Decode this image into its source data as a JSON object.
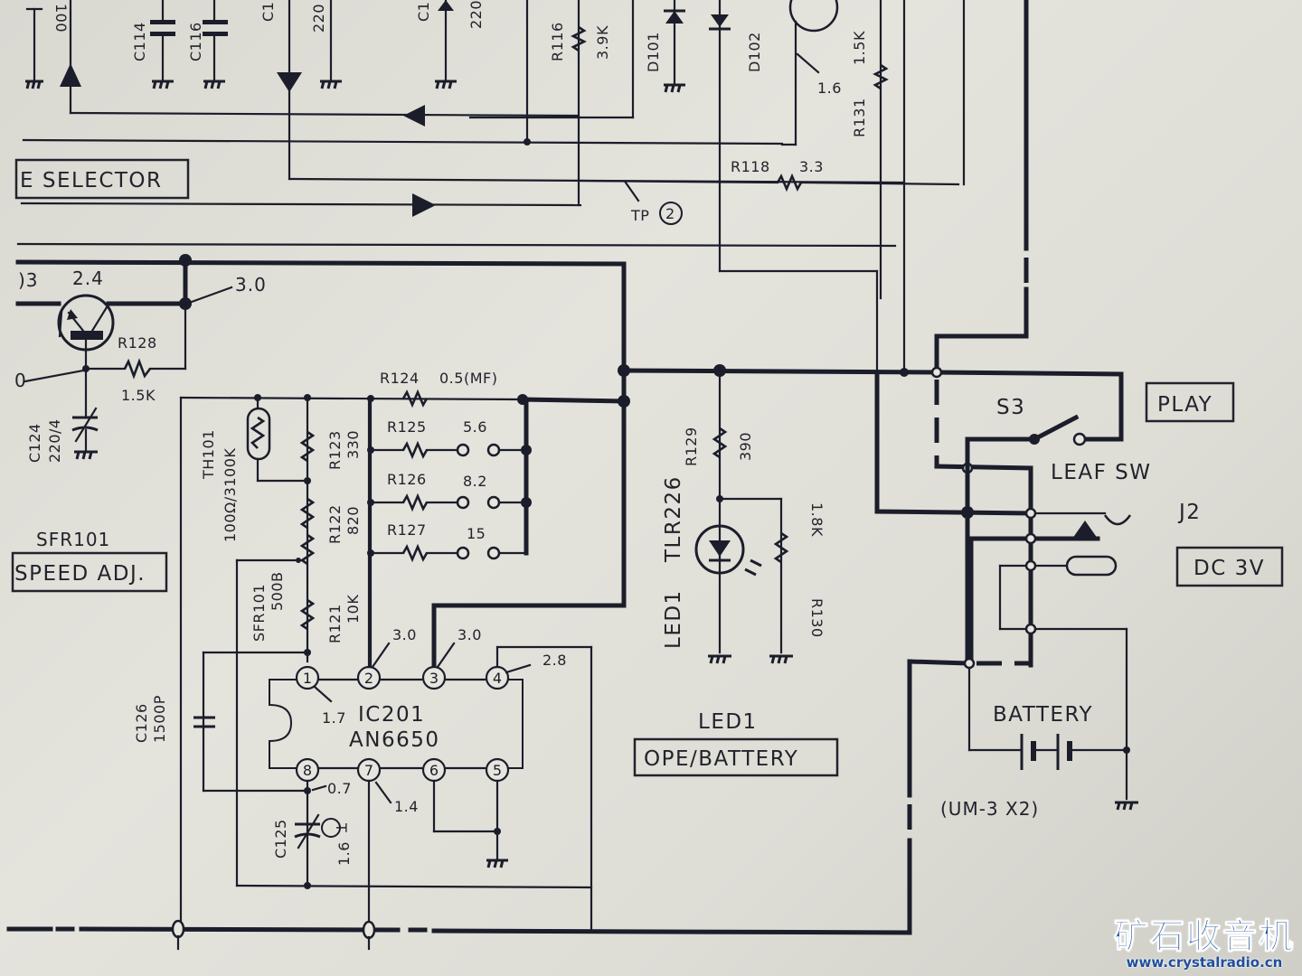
{
  "diagram": {
    "type": "circuit-schematic",
    "section_labels": {
      "mode_selector": "E SELECTOR",
      "play": "PLAY",
      "dc_input": "DC 3V",
      "speed_adj_ref": "SFR101",
      "speed_adj": "SPEED ADJ.",
      "led_caption": "LED1",
      "led_box": "OPE/BATTERY",
      "leaf_switch": "LEAF SW",
      "battery": "BATTERY",
      "battery_spec": "(UM-3 X2)"
    },
    "components": {
      "c114": "C114",
      "c116": "C116",
      "c1a": "C1",
      "c1a_value": "220",
      "c1b": "C1",
      "c1b_value": "220",
      "top_left_value": "100",
      "r116": "R116",
      "r116_value": "3.9K",
      "d101": "D101",
      "d102": "D102",
      "r131": "R131",
      "r131_value": "1.5K",
      "r118": "R118",
      "r118_value": "3.3",
      "tp_label": "TP",
      "tp_number": "2",
      "q_partial": ")3",
      "r128": "R128",
      "r128_value": "1.5K",
      "c124": "C124",
      "c124_value": "220/4",
      "th101": "TH101",
      "th101_value": "100Ω/3100K",
      "r123": "R123",
      "r123_value": "330",
      "r122": "R122",
      "r122_value": "820",
      "r121": "R121",
      "r121_value": "10K",
      "sfr101": "SFR101",
      "sfr101_value": "500B",
      "r124": "R124",
      "r124_value": "0.5(MF)",
      "r125": "R125",
      "r125_value": "5.6",
      "r126": "R126",
      "r126_value": "8.2",
      "r127": "R127",
      "r127_value": "15",
      "c126": "C126",
      "c126_value": "1500P",
      "c125": "C125",
      "c125_mark": "T",
      "ic_ref": "IC201",
      "ic_part": "AN6650",
      "r129": "R129",
      "r129_value": "390",
      "r130": "R130",
      "r130_value": "1.8K",
      "led1": "LED1",
      "led1_part": "TLR226",
      "s3": "S3",
      "j2": "J2"
    },
    "ic_pins": [
      "1",
      "2",
      "3",
      "4",
      "5",
      "6",
      "7",
      "8"
    ],
    "voltages": {
      "q_base": "2.4",
      "supply_node": "3.0",
      "q_emitter": "0",
      "transistor_top": "1.6",
      "pin1": "1.7",
      "pin2": "3.0",
      "pin3": "3.0",
      "pin4": "2.8",
      "pin7": "1.4",
      "pin8": "0.7",
      "c125_node": "1.6"
    }
  },
  "watermark": {
    "title": "矿石收音机",
    "url": "www.crystalradio.cn",
    "color": "#1f4f9c"
  }
}
